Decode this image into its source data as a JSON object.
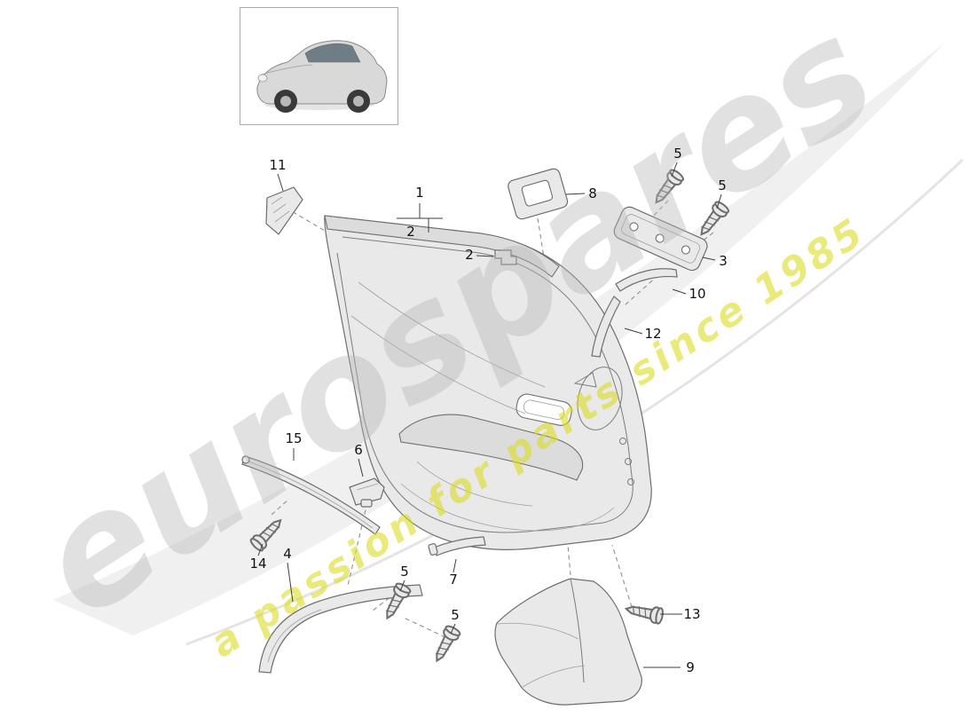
{
  "watermark": {
    "brand": "eurospares",
    "tagline": "a passion for parts since 1985",
    "brand_color": "#b5b5b5",
    "tagline_color": "#dcdc1e"
  },
  "diagram": {
    "line_color": "#6e6e6e",
    "fill_color": "#e9e9e9"
  },
  "callouts": [
    {
      "label": "1"
    },
    {
      "label": "2"
    },
    {
      "label": "2"
    },
    {
      "label": "3"
    },
    {
      "label": "4"
    },
    {
      "label": "5"
    },
    {
      "label": "5"
    },
    {
      "label": "5"
    },
    {
      "label": "5"
    },
    {
      "label": "6"
    },
    {
      "label": "7"
    },
    {
      "label": "8"
    },
    {
      "label": "9"
    },
    {
      "label": "10"
    },
    {
      "label": "11"
    },
    {
      "label": "12"
    },
    {
      "label": "13"
    },
    {
      "label": "14"
    },
    {
      "label": "15"
    }
  ]
}
